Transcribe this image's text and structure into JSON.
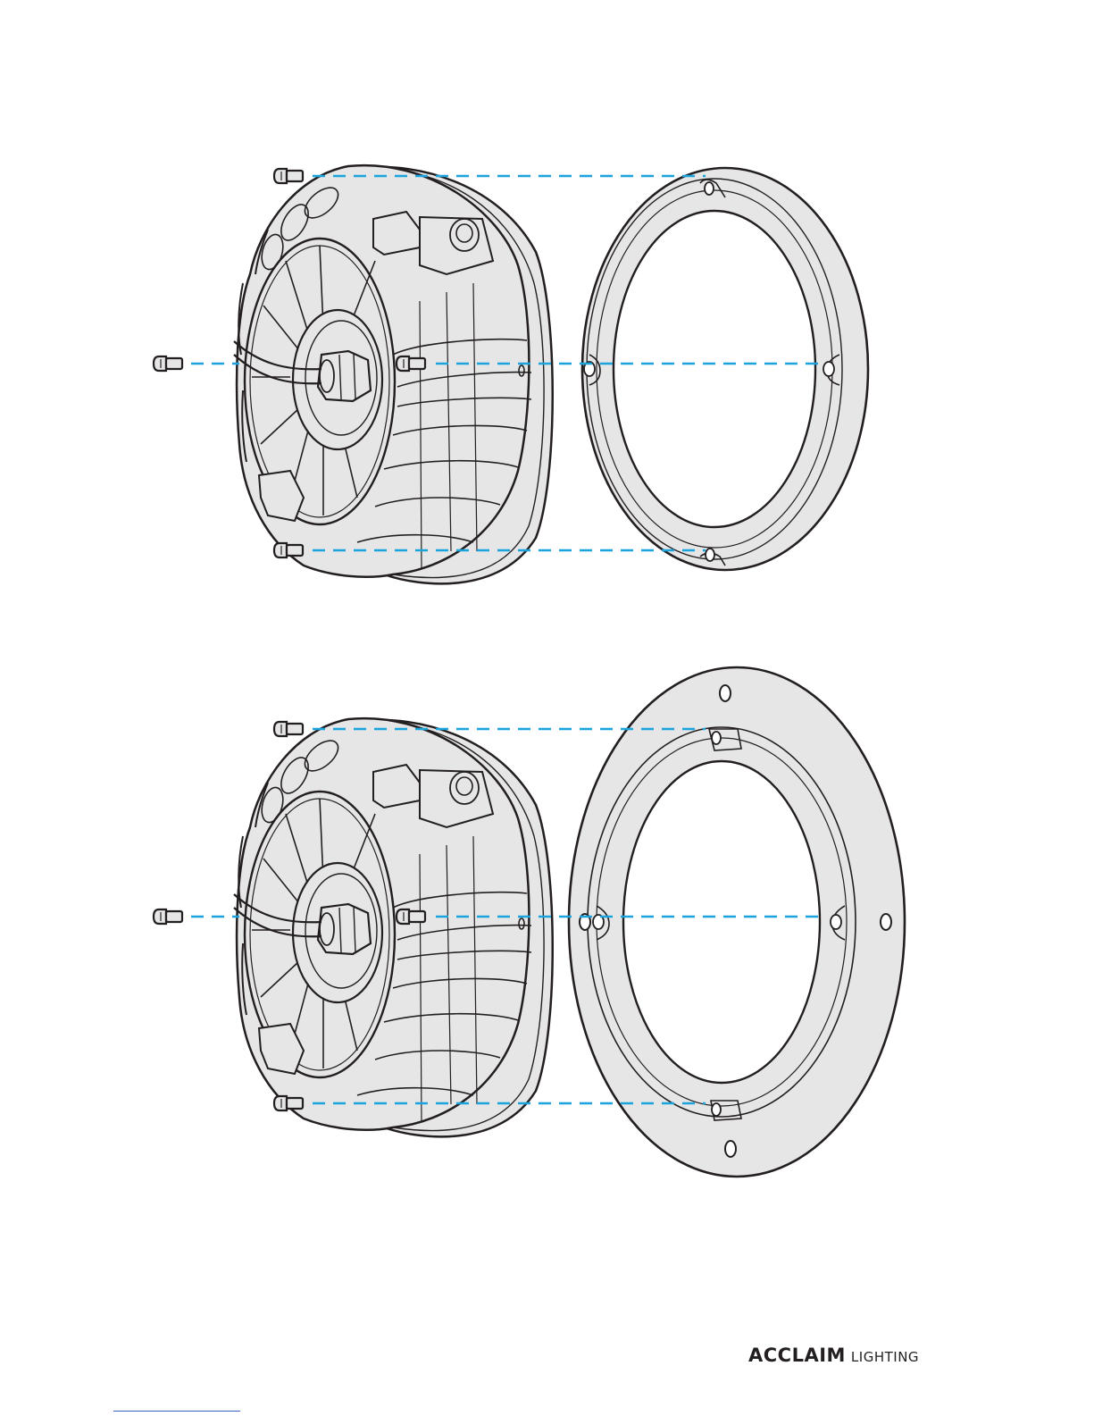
{
  "brand": {
    "name_bold": "ACCLAIM",
    "name_light": "LIGHTING"
  },
  "colors": {
    "outline": "#231f20",
    "fill": "#e6e6e7",
    "guide": "#1aa3dc",
    "link": "#3b5fc0"
  },
  "assemblies": [
    {
      "ring_type": "trim-ring",
      "screw_count": 4
    },
    {
      "ring_type": "flange-plate",
      "screw_count": 4
    }
  ]
}
